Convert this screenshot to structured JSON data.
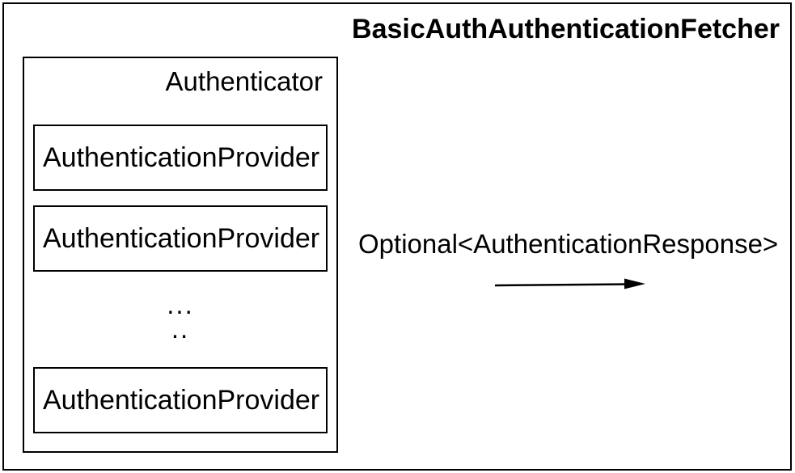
{
  "colors": {
    "background": "#ffffff",
    "line": "#000000",
    "text": "#000000"
  },
  "diagram": {
    "title": "BasicAuthAuthenticationFetcher",
    "authenticator": {
      "label": "Authenticator",
      "providers": [
        {
          "label": "AuthenticationProvider"
        },
        {
          "label": "AuthenticationProvider"
        },
        {
          "label": "AuthenticationProvider"
        }
      ],
      "ellipsis_line1": "...",
      "ellipsis_line2": ".."
    },
    "output": {
      "label": "Optional<AuthenticationResponse>",
      "arrow_icon": "right-arrow-icon"
    }
  }
}
